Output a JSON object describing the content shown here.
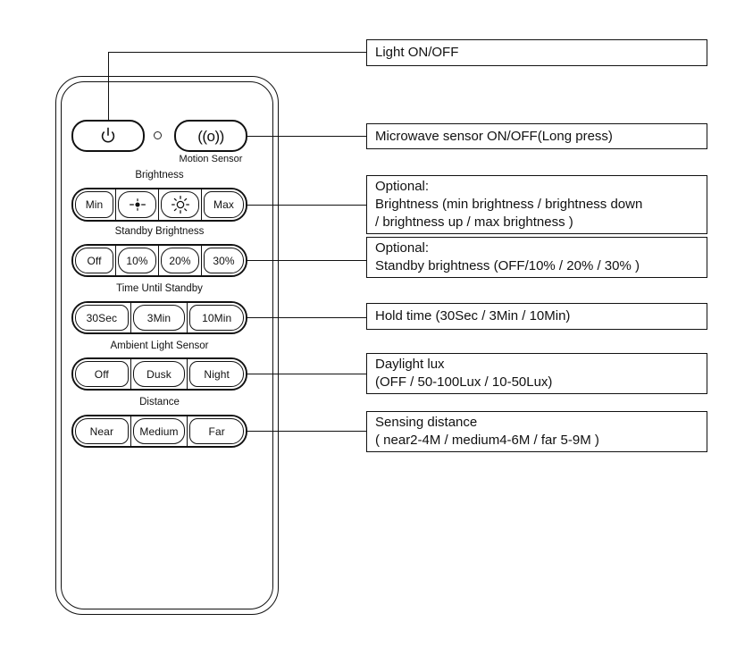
{
  "device": {
    "name": "wireless-remote-control",
    "top_keys": {
      "power": {
        "icon": "power-icon",
        "label": ""
      },
      "led_indicator": {
        "icon": "led-indicator-icon"
      },
      "motion": {
        "icon": "motion-sensor-icon",
        "glyph": "((o))",
        "caption": "Motion Sensor"
      }
    },
    "sections": [
      {
        "id": "brightness",
        "caption": "Brightness",
        "buttons": [
          {
            "label": "Min",
            "icon": ""
          },
          {
            "label": "",
            "icon": "brightness-down-icon"
          },
          {
            "label": "",
            "icon": "brightness-up-icon"
          },
          {
            "label": "Max",
            "icon": ""
          }
        ]
      },
      {
        "id": "standby-brightness",
        "caption": "Standby Brightness",
        "buttons": [
          {
            "label": "Off",
            "icon": ""
          },
          {
            "label": "10%",
            "icon": ""
          },
          {
            "label": "20%",
            "icon": ""
          },
          {
            "label": "30%",
            "icon": ""
          }
        ]
      },
      {
        "id": "time-until-standby",
        "caption": "Time Until Standby",
        "buttons": [
          {
            "label": "30Sec",
            "icon": ""
          },
          {
            "label": "3Min",
            "icon": ""
          },
          {
            "label": "10Min",
            "icon": ""
          }
        ]
      },
      {
        "id": "ambient-light-sensor",
        "caption": "Ambient Light Sensor",
        "buttons": [
          {
            "label": "Off",
            "icon": ""
          },
          {
            "label": "Dusk",
            "icon": ""
          },
          {
            "label": "Night",
            "icon": ""
          }
        ]
      },
      {
        "id": "distance",
        "caption": "Distance",
        "buttons": [
          {
            "label": "Near",
            "icon": ""
          },
          {
            "label": "Medium",
            "icon": ""
          },
          {
            "label": "Far",
            "icon": ""
          }
        ]
      }
    ]
  },
  "annotations": [
    {
      "id": "light-on-off",
      "lines": [
        "Light ON/OFF"
      ]
    },
    {
      "id": "microwave-sensor",
      "lines": [
        "Microwave sensor ON/OFF(Long press)"
      ]
    },
    {
      "id": "brightness-note",
      "lines": [
        "Optional:",
        "Brightness (min brightness / brightness down",
        "/ brightness up / max brightness )"
      ]
    },
    {
      "id": "standby-brightness-note",
      "lines": [
        "Optional:",
        "Standby brightness (OFF/10% / 20% / 30% )"
      ]
    },
    {
      "id": "hold-time-note",
      "lines": [
        "Hold time (30Sec / 3Min / 10Min)"
      ]
    },
    {
      "id": "daylight-lux-note",
      "lines": [
        "Daylight lux",
        "(OFF / 50-100Lux / 10-50Lux)"
      ]
    },
    {
      "id": "sensing-distance-note",
      "lines": [
        "Sensing distance",
        "( near2-4M / medium4-6M / far 5-9M )"
      ]
    }
  ],
  "colors": {
    "stroke": "#111111",
    "background": "#ffffff",
    "text": "#111111"
  }
}
